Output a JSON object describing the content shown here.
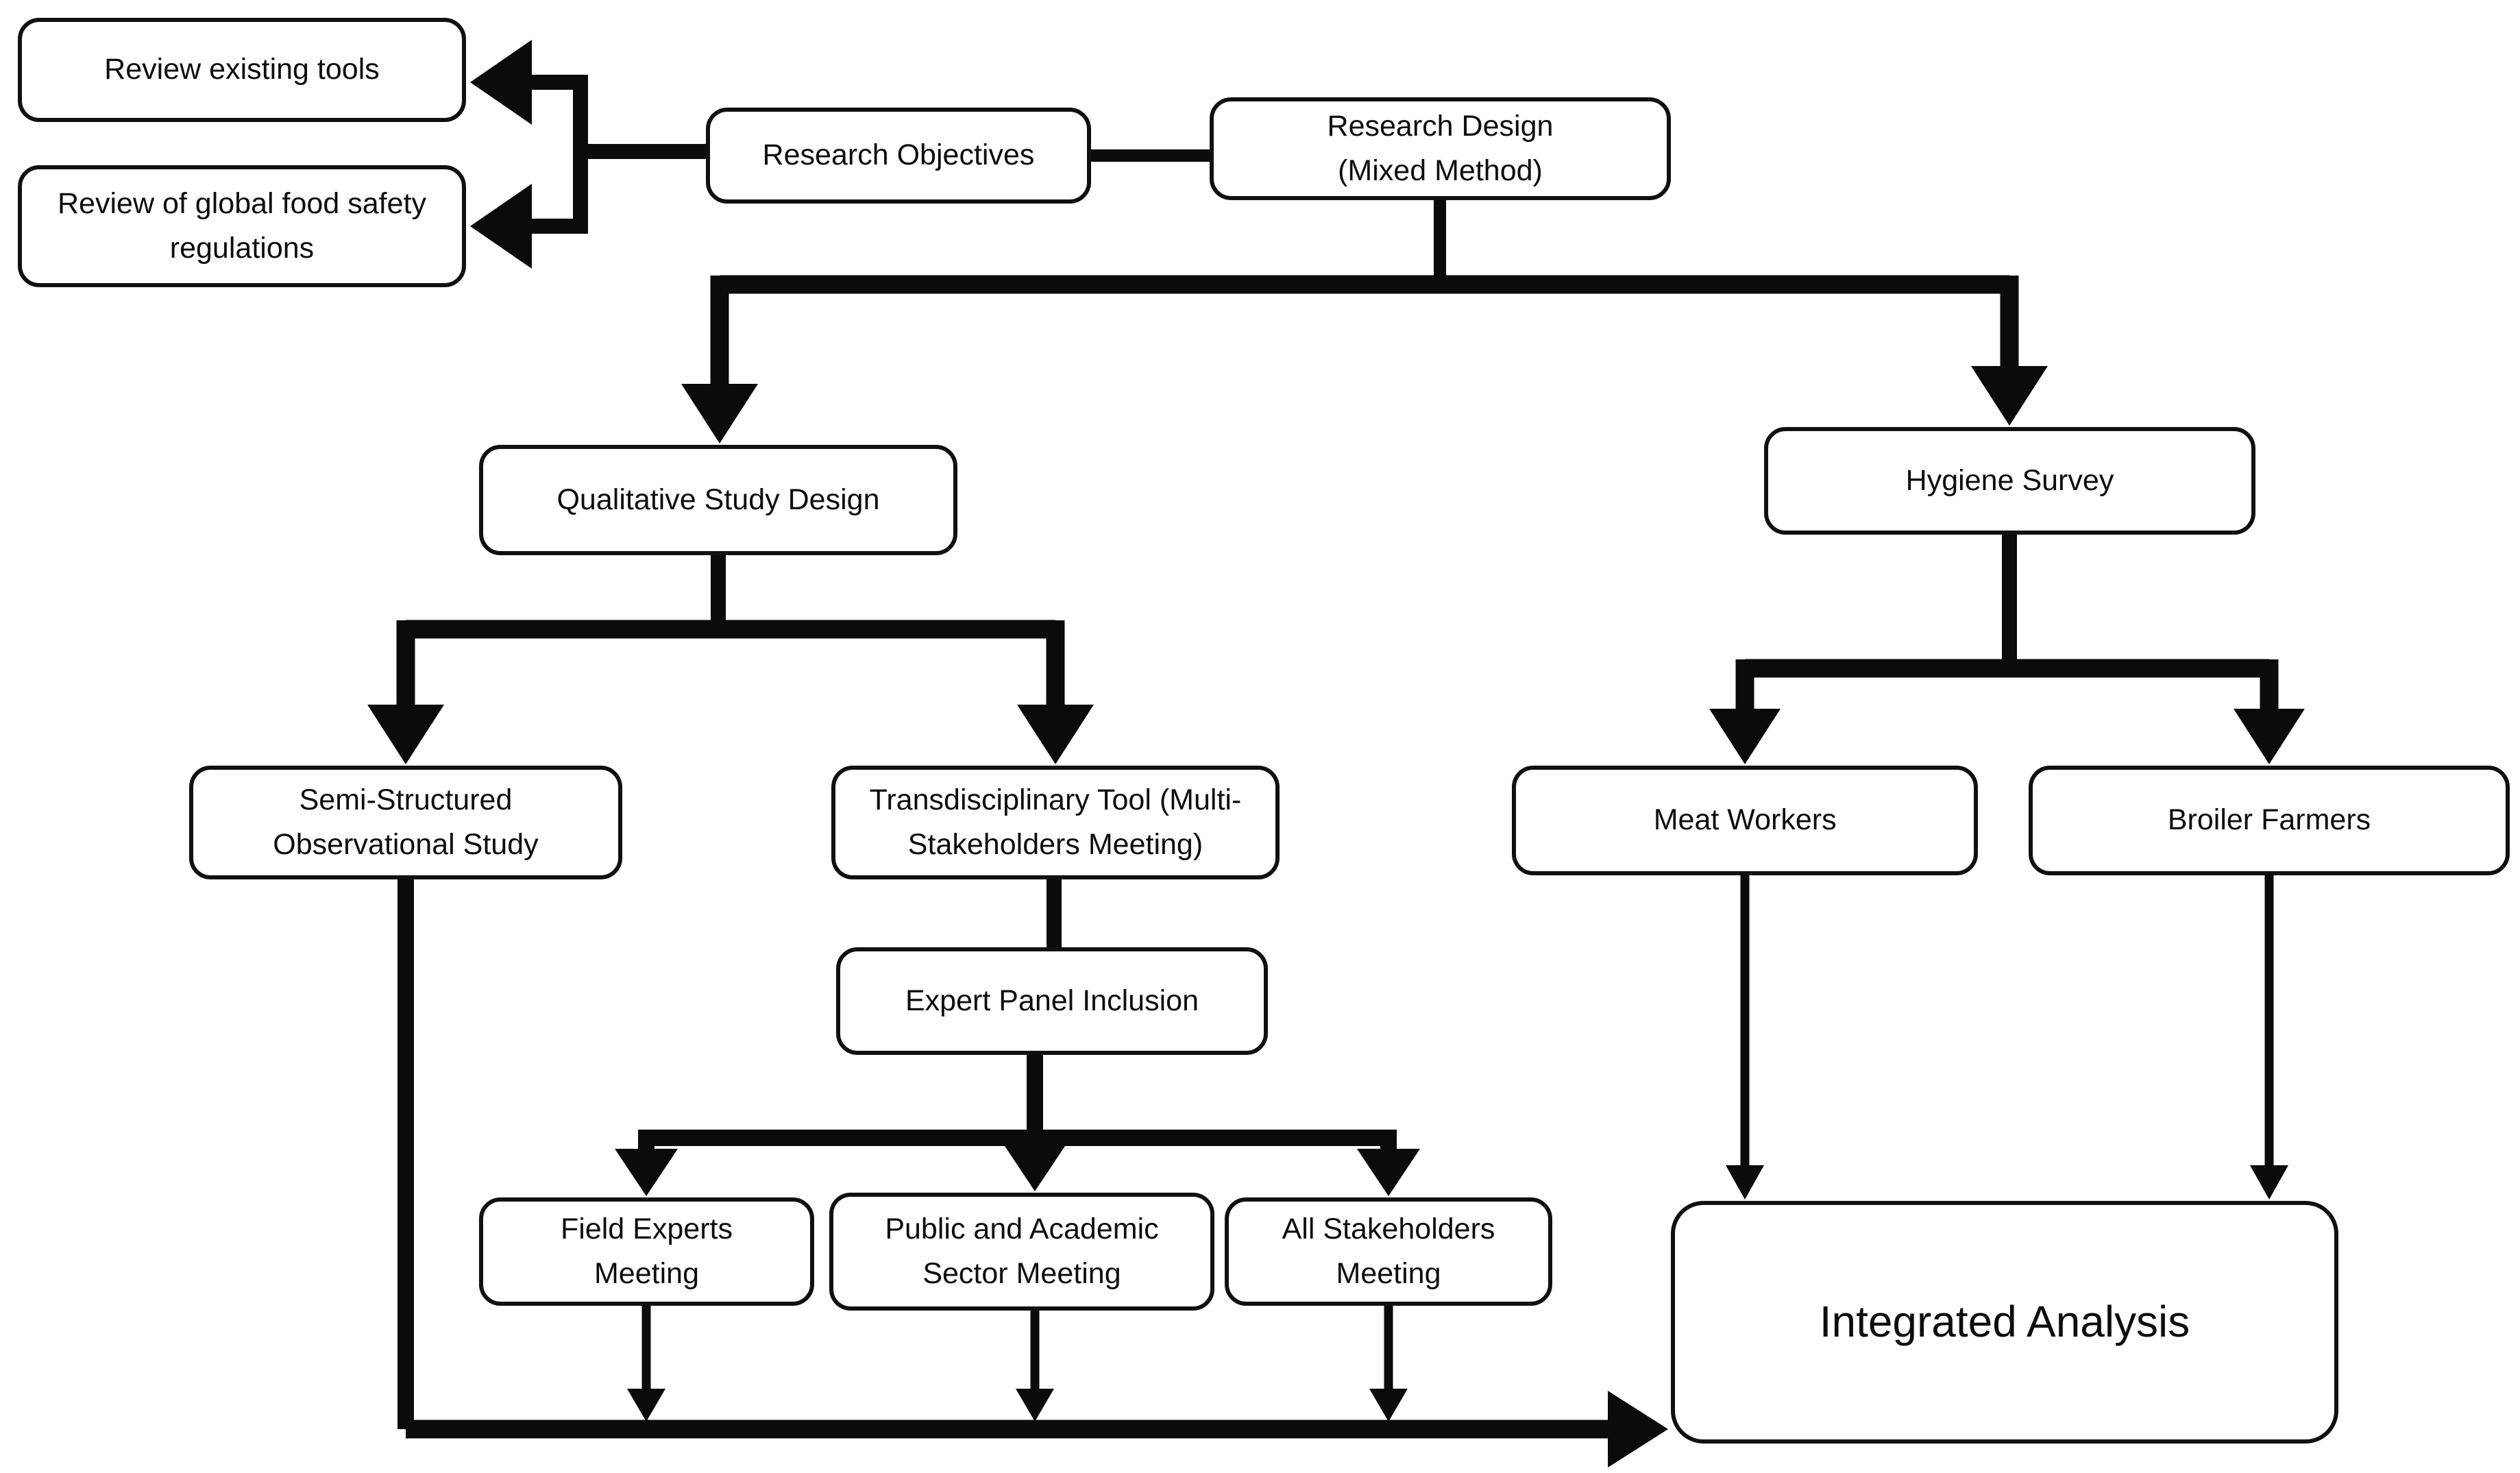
{
  "figure": {
    "type": "flowchart",
    "background_color": "#ffffff",
    "line_color": "#0b0b0b",
    "box_fill_color": "#ffffff",
    "box_border_color": "#101010"
  },
  "nodes": {
    "review_tools": {
      "lines": [
        "Review existing tools"
      ]
    },
    "review_regulations": {
      "lines": [
        "Review of global food safety",
        "regulations"
      ]
    },
    "research_objectives": {
      "lines": [
        "Research Objectives"
      ]
    },
    "research_design": {
      "lines": [
        "Research Design",
        "(Mixed Method)"
      ]
    },
    "qualitative_study": {
      "lines": [
        "Qualitative Study Design"
      ]
    },
    "hygiene_survey": {
      "lines": [
        "Hygiene Survey"
      ]
    },
    "semi_structured": {
      "lines": [
        "Semi-Structured",
        "Observational Study"
      ]
    },
    "transdisciplinary": {
      "lines": [
        "Transdisciplinary Tool (Multi-",
        "Stakeholders Meeting)"
      ]
    },
    "meat_workers": {
      "lines": [
        "Meat Workers"
      ]
    },
    "broiler_farmers": {
      "lines": [
        "Broiler Farmers"
      ]
    },
    "expert_panel": {
      "lines": [
        "Expert Panel Inclusion"
      ]
    },
    "field_experts": {
      "lines": [
        "Field Experts",
        "Meeting"
      ]
    },
    "public_academic": {
      "lines": [
        "Public and Academic",
        "Sector Meeting"
      ]
    },
    "all_stakeholders": {
      "lines": [
        "All Stakeholders",
        "Meeting"
      ]
    },
    "integrated_analysis": {
      "lines": [
        "Integrated Analysis"
      ]
    }
  },
  "edges": [
    {
      "from": "research_objectives",
      "to": "review_tools",
      "style": "arrow"
    },
    {
      "from": "research_objectives",
      "to": "review_regulations",
      "style": "arrow"
    },
    {
      "from": "research_objectives",
      "to": "research_design",
      "style": "line"
    },
    {
      "from": "research_design",
      "to": "qualitative_study",
      "style": "arrow"
    },
    {
      "from": "research_design",
      "to": "hygiene_survey",
      "style": "arrow"
    },
    {
      "from": "qualitative_study",
      "to": "semi_structured",
      "style": "arrow"
    },
    {
      "from": "qualitative_study",
      "to": "transdisciplinary",
      "style": "arrow"
    },
    {
      "from": "hygiene_survey",
      "to": "meat_workers",
      "style": "arrow"
    },
    {
      "from": "hygiene_survey",
      "to": "broiler_farmers",
      "style": "arrow"
    },
    {
      "from": "transdisciplinary",
      "to": "expert_panel",
      "style": "line"
    },
    {
      "from": "expert_panel",
      "to": "field_experts",
      "style": "arrow"
    },
    {
      "from": "expert_panel",
      "to": "public_academic",
      "style": "arrow"
    },
    {
      "from": "expert_panel",
      "to": "all_stakeholders",
      "style": "arrow"
    },
    {
      "from": "semi_structured",
      "to": "integrated_analysis",
      "style": "arrow"
    },
    {
      "from": "field_experts",
      "to": "integrated_analysis",
      "style": "arrow"
    },
    {
      "from": "public_academic",
      "to": "integrated_analysis",
      "style": "arrow"
    },
    {
      "from": "all_stakeholders",
      "to": "integrated_analysis",
      "style": "arrow"
    },
    {
      "from": "meat_workers",
      "to": "integrated_analysis",
      "style": "arrow"
    },
    {
      "from": "broiler_farmers",
      "to": "integrated_analysis",
      "style": "arrow"
    }
  ]
}
